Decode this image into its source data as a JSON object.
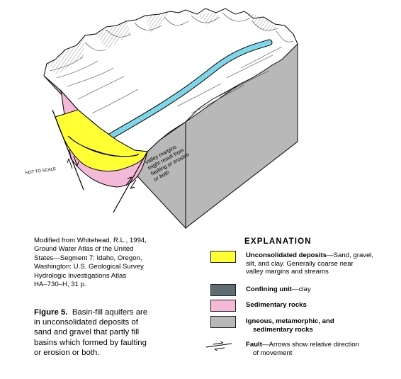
{
  "diagram": {
    "labels": {
      "not_to_scale": "NOT TO SCALE",
      "valley_margin_lines": [
        "Valley margins",
        "might result from",
        "faulting or erosion",
        "or both"
      ]
    },
    "colors": {
      "unconsolidated": "#ffff33",
      "confining": "#5d6d70",
      "sedimentary": "#f4b8d8",
      "igneous": "#b8b8b8",
      "stream": "#7fd6e8"
    }
  },
  "source_note": {
    "lines": [
      "Modified from Whitehead, R.L., 1994,",
      "Ground Water Atlas of the United",
      "States—Segment 7: Idaho, Oregon,",
      "Washington: U.S. Geological Survey",
      "Hydrologic Investigations Atlas",
      "HA–730–H, 31 p."
    ]
  },
  "figure_caption": {
    "label": "Figure 5.",
    "lines": [
      "Basin-fill aquifers are",
      "in unconsolidated deposits of",
      "sand and gravel that partly fill",
      "basins which formed by faulting",
      "or erosion or both."
    ]
  },
  "explanation": {
    "title": "EXPLANATION",
    "items": [
      {
        "name": "Unconsolidated deposits",
        "description_lines": [
          "—Sand, gravel,",
          "silt, and clay. Generally coarse near",
          "valley margins and streams"
        ],
        "color": "#ffff33"
      },
      {
        "name": "Confining unit",
        "description_lines": [
          "—clay"
        ],
        "color": "#5d6d70"
      },
      {
        "name": "Sedimentary rocks",
        "description_lines": [
          ""
        ],
        "color": "#f4b8d8"
      },
      {
        "name": "Igneous, metamorphic, and",
        "description_lines": [
          "sedimentary rocks"
        ],
        "color": "#b8b8b8"
      }
    ],
    "fault": {
      "name": "Fault",
      "description_lines": [
        "—Arrows show relative direction",
        "of movement"
      ]
    }
  }
}
